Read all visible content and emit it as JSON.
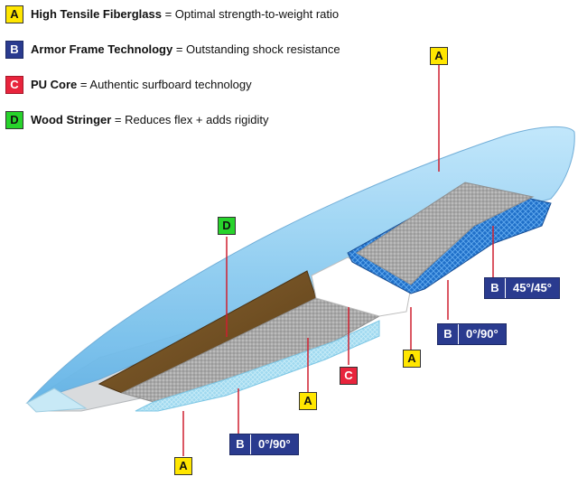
{
  "legend": [
    {
      "letter": "A",
      "term": "High Tensile Fiberglass",
      "desc": " = Optimal strength-to-weight ratio",
      "color": "#ffe600"
    },
    {
      "letter": "B",
      "term": "Armor Frame Technology",
      "desc": " = Outstanding shock resistance",
      "color": "#2a3b8f"
    },
    {
      "letter": "C",
      "term": "PU Core",
      "desc": " = Authentic surfboard technology",
      "color": "#e8243c"
    },
    {
      "letter": "D",
      "term": "Wood Stringer",
      "desc": " = Reduces flex + adds rigidity",
      "color": "#27d32b"
    }
  ],
  "callouts": {
    "a_top": "A",
    "a_mid": "A",
    "a_rail": "A",
    "a_bottom": "A",
    "c_core": "C",
    "d_stringer": "D"
  },
  "specs": {
    "b_tail": {
      "letter": "B",
      "value": "45°/45°"
    },
    "b_mid": {
      "letter": "B",
      "value": "0°/90°"
    },
    "b_nose": {
      "letter": "B",
      "value": "0°/90°"
    }
  }
}
